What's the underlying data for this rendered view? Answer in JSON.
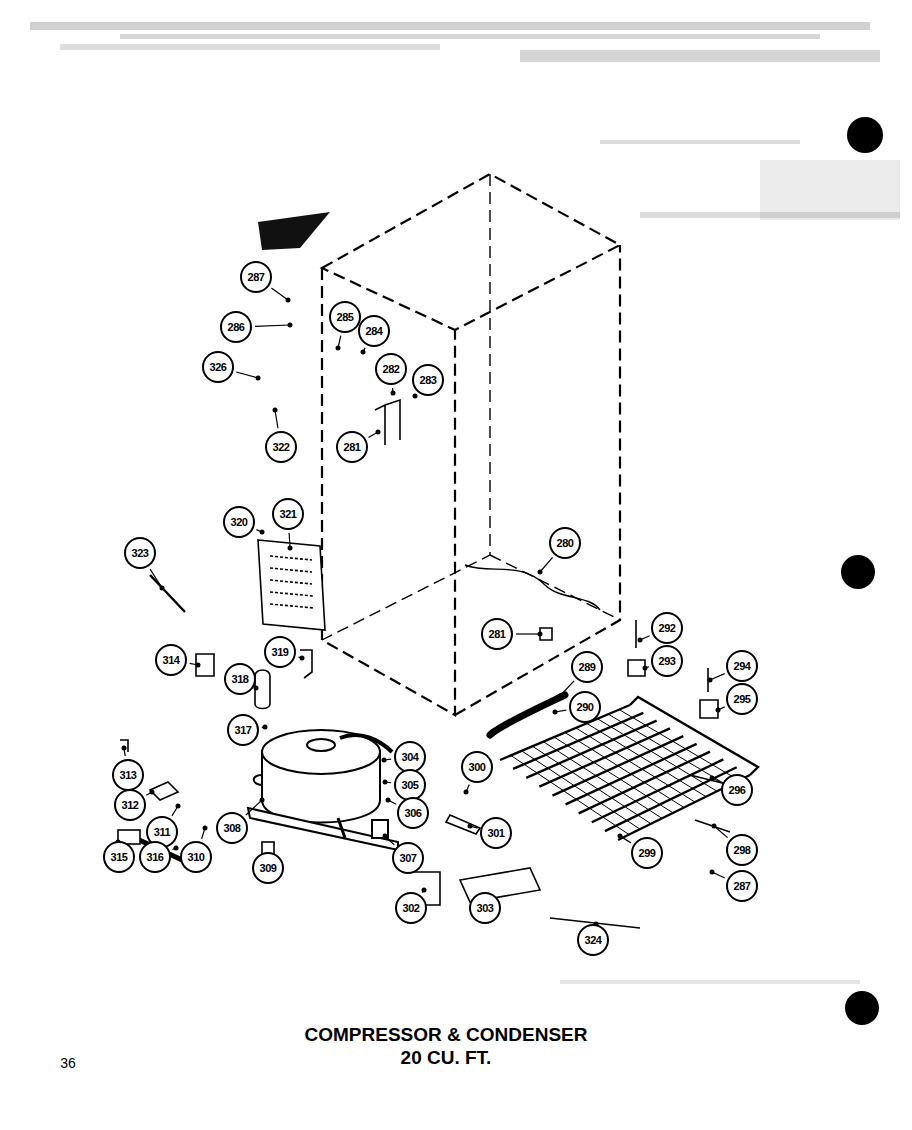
{
  "diagram": {
    "title": "COMPRESSOR & CONDENSER 20 CU. FT.",
    "labels": [
      "287",
      "286",
      "285",
      "284",
      "326",
      "282",
      "283",
      "322",
      "281",
      "280",
      "321",
      "320",
      "323",
      "281",
      "292",
      "293",
      "289",
      "290",
      "294",
      "295",
      "314",
      "319",
      "318",
      "317",
      "304",
      "305",
      "306",
      "300",
      "313",
      "312",
      "311",
      "310",
      "308",
      "307",
      "301",
      "299",
      "296",
      "298",
      "287",
      "315",
      "316",
      "309",
      "302",
      "303",
      "324",
      "36"
    ]
  }
}
